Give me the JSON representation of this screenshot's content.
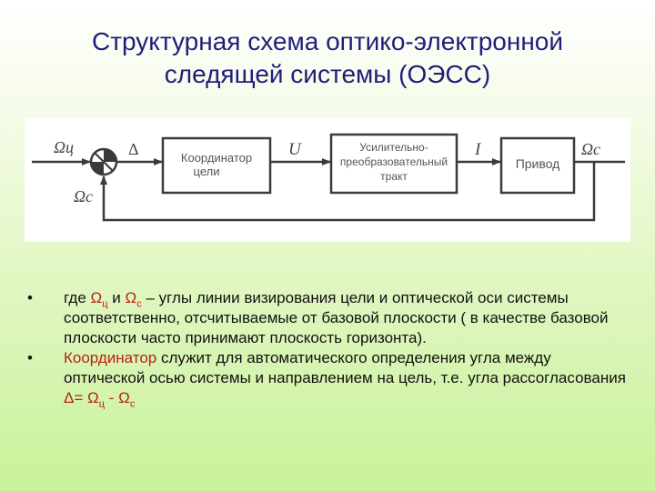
{
  "title": {
    "line1": "Структурная схема оптико-электронной",
    "line2": "следящей системы (ОЭСС)"
  },
  "diagram": {
    "input_label": "Ωц",
    "feedback_label": "Ωс",
    "error_label": "Δ",
    "u_label": "U",
    "i_label": "I",
    "output_label": "Ωс",
    "block1": [
      "Координатор",
      "цели"
    ],
    "block2": [
      "Усилительно-",
      "преобразовательный",
      "тракт"
    ],
    "block3": [
      "Привод"
    ]
  },
  "bullets": {
    "marker": "•",
    "b1": {
      "pre": "где ",
      "omega_c": "Ω",
      "omega_c_sub": "ц",
      "and": " и  ",
      "omega_s": "Ω",
      "omega_s_sub": "с",
      "text": " – углы линии визирования цели и оптической оси системы  соответственно, отсчитываемые от базовой плоскости ( в качестве базовой плоскости часто принимают плоскость горизонта)."
    },
    "b2": {
      "highlight": "Координатор",
      "text": " служит для автоматического определения угла между оптической осью системы и направлением на цель, т.е. угла рассогласования  ",
      "formula_delta": "Δ= ",
      "formula_o1": "Ω",
      "formula_o1_sub": "ц",
      "formula_minus": " - ",
      "formula_o2": "Ω",
      "formula_o2_sub": "с"
    }
  },
  "colors": {
    "title": "#1f1f7a",
    "highlight": "#b5240f",
    "diagram_ink": "#3a3a3a",
    "diagram_text": "#444444"
  }
}
